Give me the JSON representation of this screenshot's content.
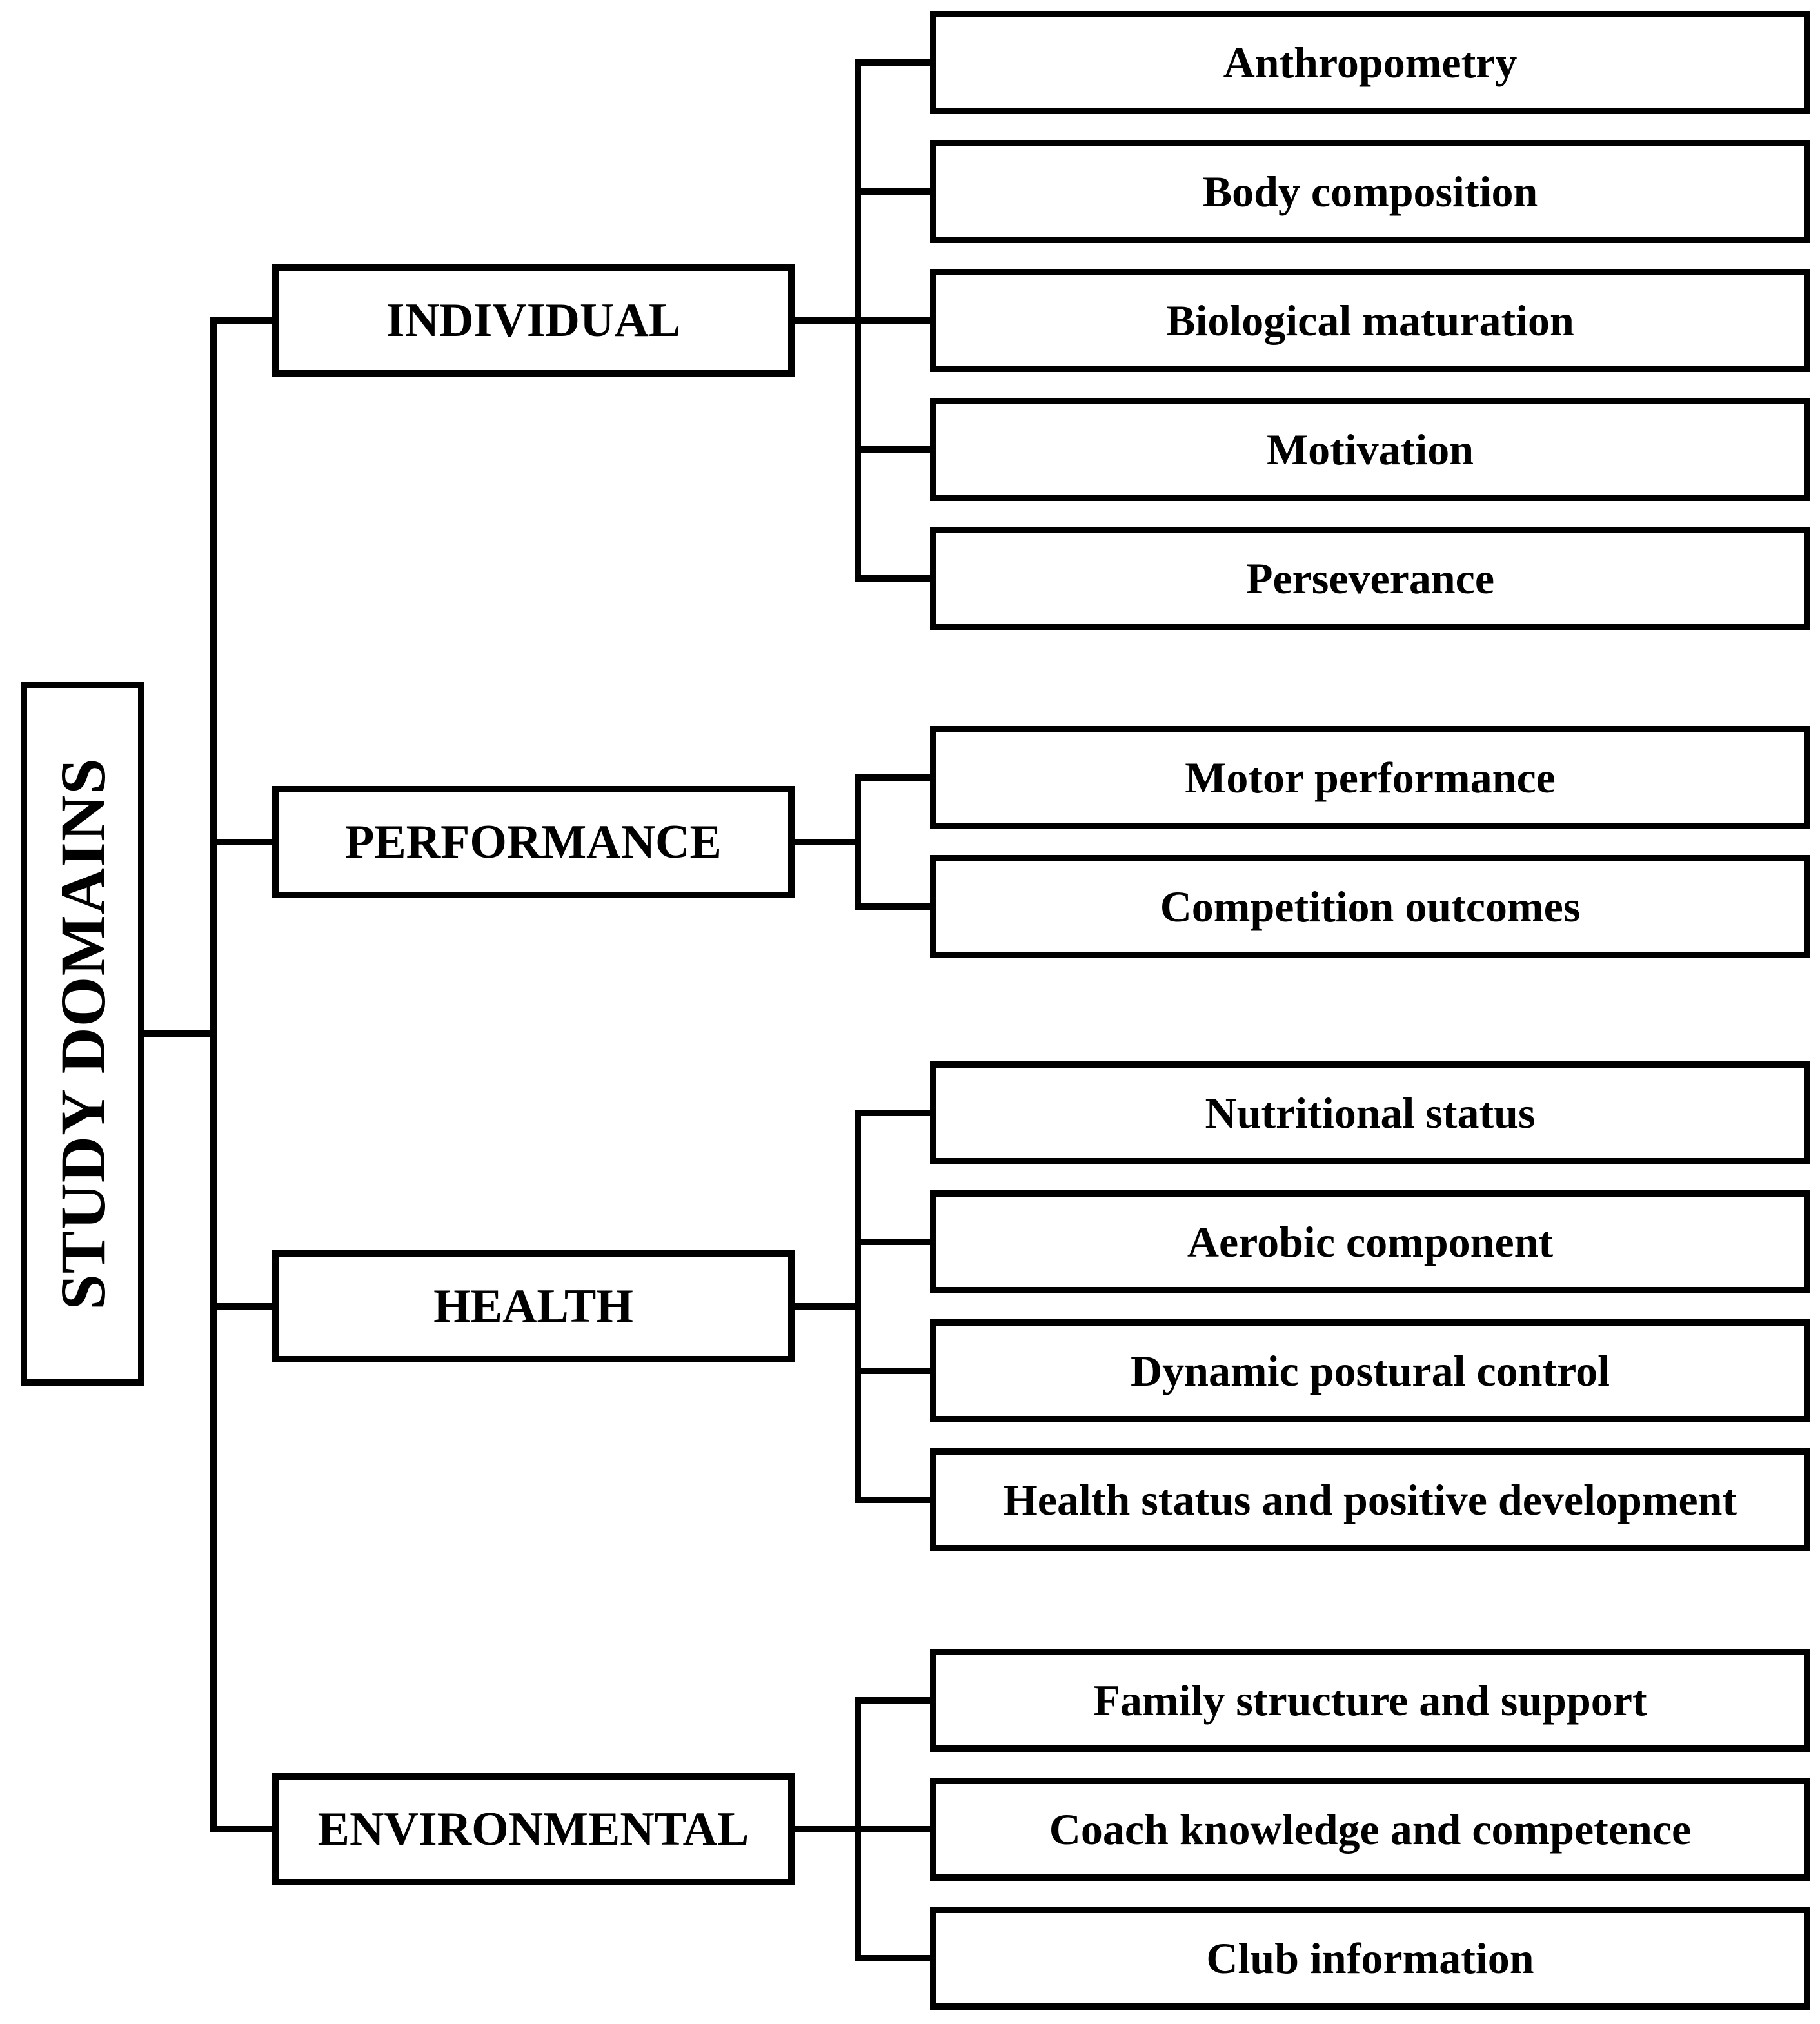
{
  "figure": {
    "background_color": "#ffffff",
    "line_color": "#000000",
    "text_color": "#000000"
  },
  "root": {
    "label": "STUDY DOMAINS"
  },
  "domains": [
    {
      "label": "INDIVIDUAL",
      "children": [
        "Anthropometry",
        "Body composition",
        "Biological maturation",
        "Motivation",
        "Perseverance"
      ]
    },
    {
      "label": "PERFORMANCE",
      "children": [
        "Motor performance",
        "Competition outcomes"
      ]
    },
    {
      "label": "HEALTH",
      "children": [
        "Nutritional status",
        "Aerobic component",
        "Dynamic postural control",
        "Health status and positive development"
      ]
    },
    {
      "label": "ENVIRONMENTAL",
      "children": [
        "Family structure and support",
        "Coach knowledge and competence",
        "Club information"
      ]
    }
  ]
}
